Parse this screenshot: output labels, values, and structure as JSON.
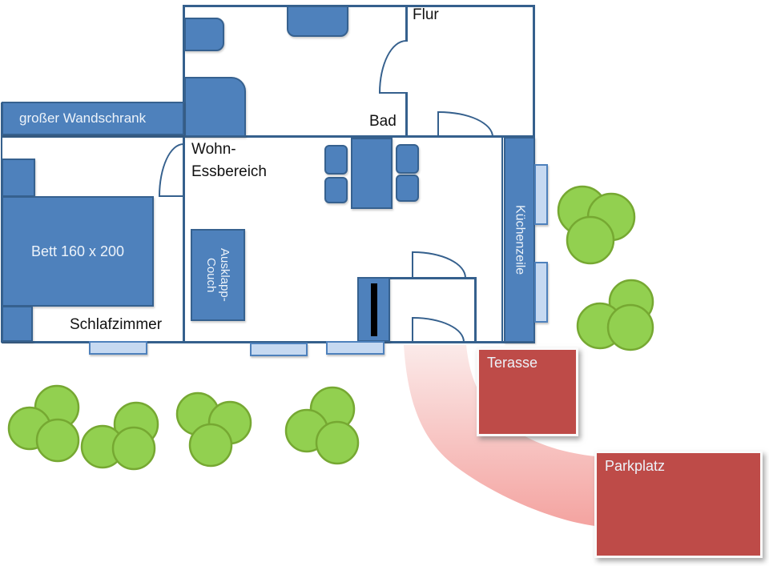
{
  "colors": {
    "wall": "#35608D",
    "furniture_fill": "#4E81BC",
    "furniture_border": "#36618F",
    "window_fill": "#C6D9F1",
    "area_red": "#BE4B48",
    "tree_fill": "#92D050",
    "tree_stroke": "#76A832",
    "path_light": "#FBEAE9",
    "path_dark": "#F4A3A0"
  },
  "rooms": {
    "flur": "Flur",
    "bad": "Bad",
    "wohn_essbereich_line1": "Wohn-",
    "wohn_essbereich_line2": "Essbereich",
    "schlafzimmer": "Schlafzimmer"
  },
  "furniture": {
    "wandschrank": "großer Wandschrank",
    "bett": "Bett 160 x 200",
    "couch_line1": "Ausklapp-",
    "couch_line2": "Couch",
    "kuechenzeile": "Küchenzeile"
  },
  "outdoor": {
    "terasse": "Terasse",
    "parkplatz": "Parkplatz"
  },
  "trees": [
    {
      "circles": [
        [
          727,
          263,
          30
        ],
        [
          763,
          271,
          29
        ],
        [
          737,
          300,
          29
        ]
      ]
    },
    {
      "circles": [
        [
          788,
          377,
          27
        ],
        [
          749,
          407,
          28
        ],
        [
          787,
          409,
          28
        ]
      ]
    },
    {
      "circles": [
        [
          71,
          509,
          27
        ],
        [
          37,
          535,
          26
        ],
        [
          72,
          550,
          26
        ]
      ]
    },
    {
      "circles": [
        [
          170,
          530,
          27
        ],
        [
          128,
          558,
          26
        ],
        [
          167,
          560,
          26
        ]
      ]
    },
    {
      "circles": [
        [
          247,
          517,
          26
        ],
        [
          287,
          528,
          26
        ],
        [
          263,
          556,
          26
        ]
      ]
    },
    {
      "circles": [
        [
          415,
          511,
          27
        ],
        [
          383,
          538,
          26
        ],
        [
          421,
          553,
          26
        ]
      ]
    }
  ]
}
